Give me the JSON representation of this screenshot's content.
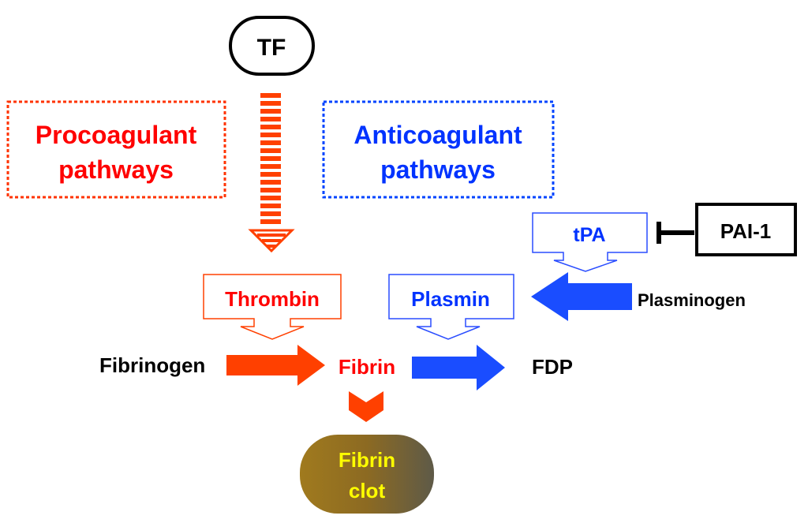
{
  "nodes": {
    "tf": "TF",
    "procoagulant_line1": "Procoagulant",
    "procoagulant_line2": "pathways",
    "anticoagulant_line1": "Anticoagulant",
    "anticoagulant_line2": "pathways",
    "tpa": "tPA",
    "pai1": "PAI-1",
    "thrombin": "Thrombin",
    "plasmin": "Plasmin",
    "plasminogen": "Plasminogen",
    "fibrinogen": "Fibrinogen",
    "fibrin": "Fibrin",
    "fdp": "FDP",
    "clot_line1": "Fibrin",
    "clot_line2": "clot"
  },
  "colors": {
    "red": "#ff0000",
    "orange_red": "#ff4000",
    "blue": "#0033ff",
    "arrow_blue": "#1a4dff",
    "black": "#000000",
    "clot_yellow": "#ffff00"
  }
}
